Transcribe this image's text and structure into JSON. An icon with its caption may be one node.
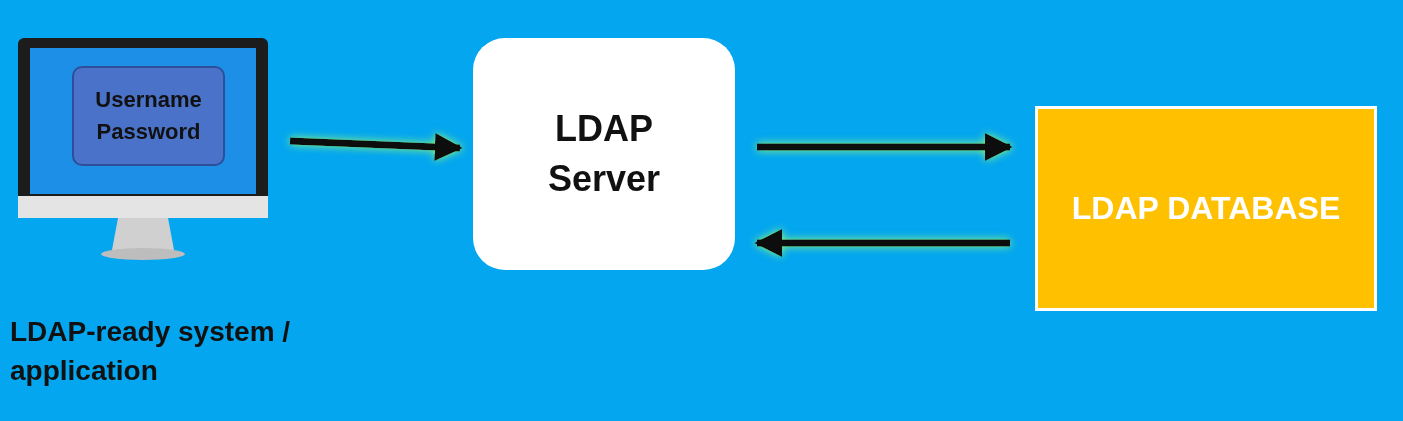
{
  "diagram": {
    "nodes": [
      {
        "text": [],
        "shape": "picture",
        "beside": [
          "LDAP-ready system / application"
        ]
      },
      {
        "text": [
          "Username",
          "Password"
        ],
        "in": 0
      },
      {
        "text": [
          "LDAP Server"
        ]
      },
      {
        "text": [
          "LDAP DATABASE"
        ]
      }
    ],
    "edges": [
      {
        "from": 0,
        "to": 2,
        "arrow": "to"
      },
      {
        "from": 2,
        "to": 3,
        "arrow": "to"
      },
      {
        "from": 3,
        "to": 2,
        "arrow": "to"
      }
    ]
  }
}
